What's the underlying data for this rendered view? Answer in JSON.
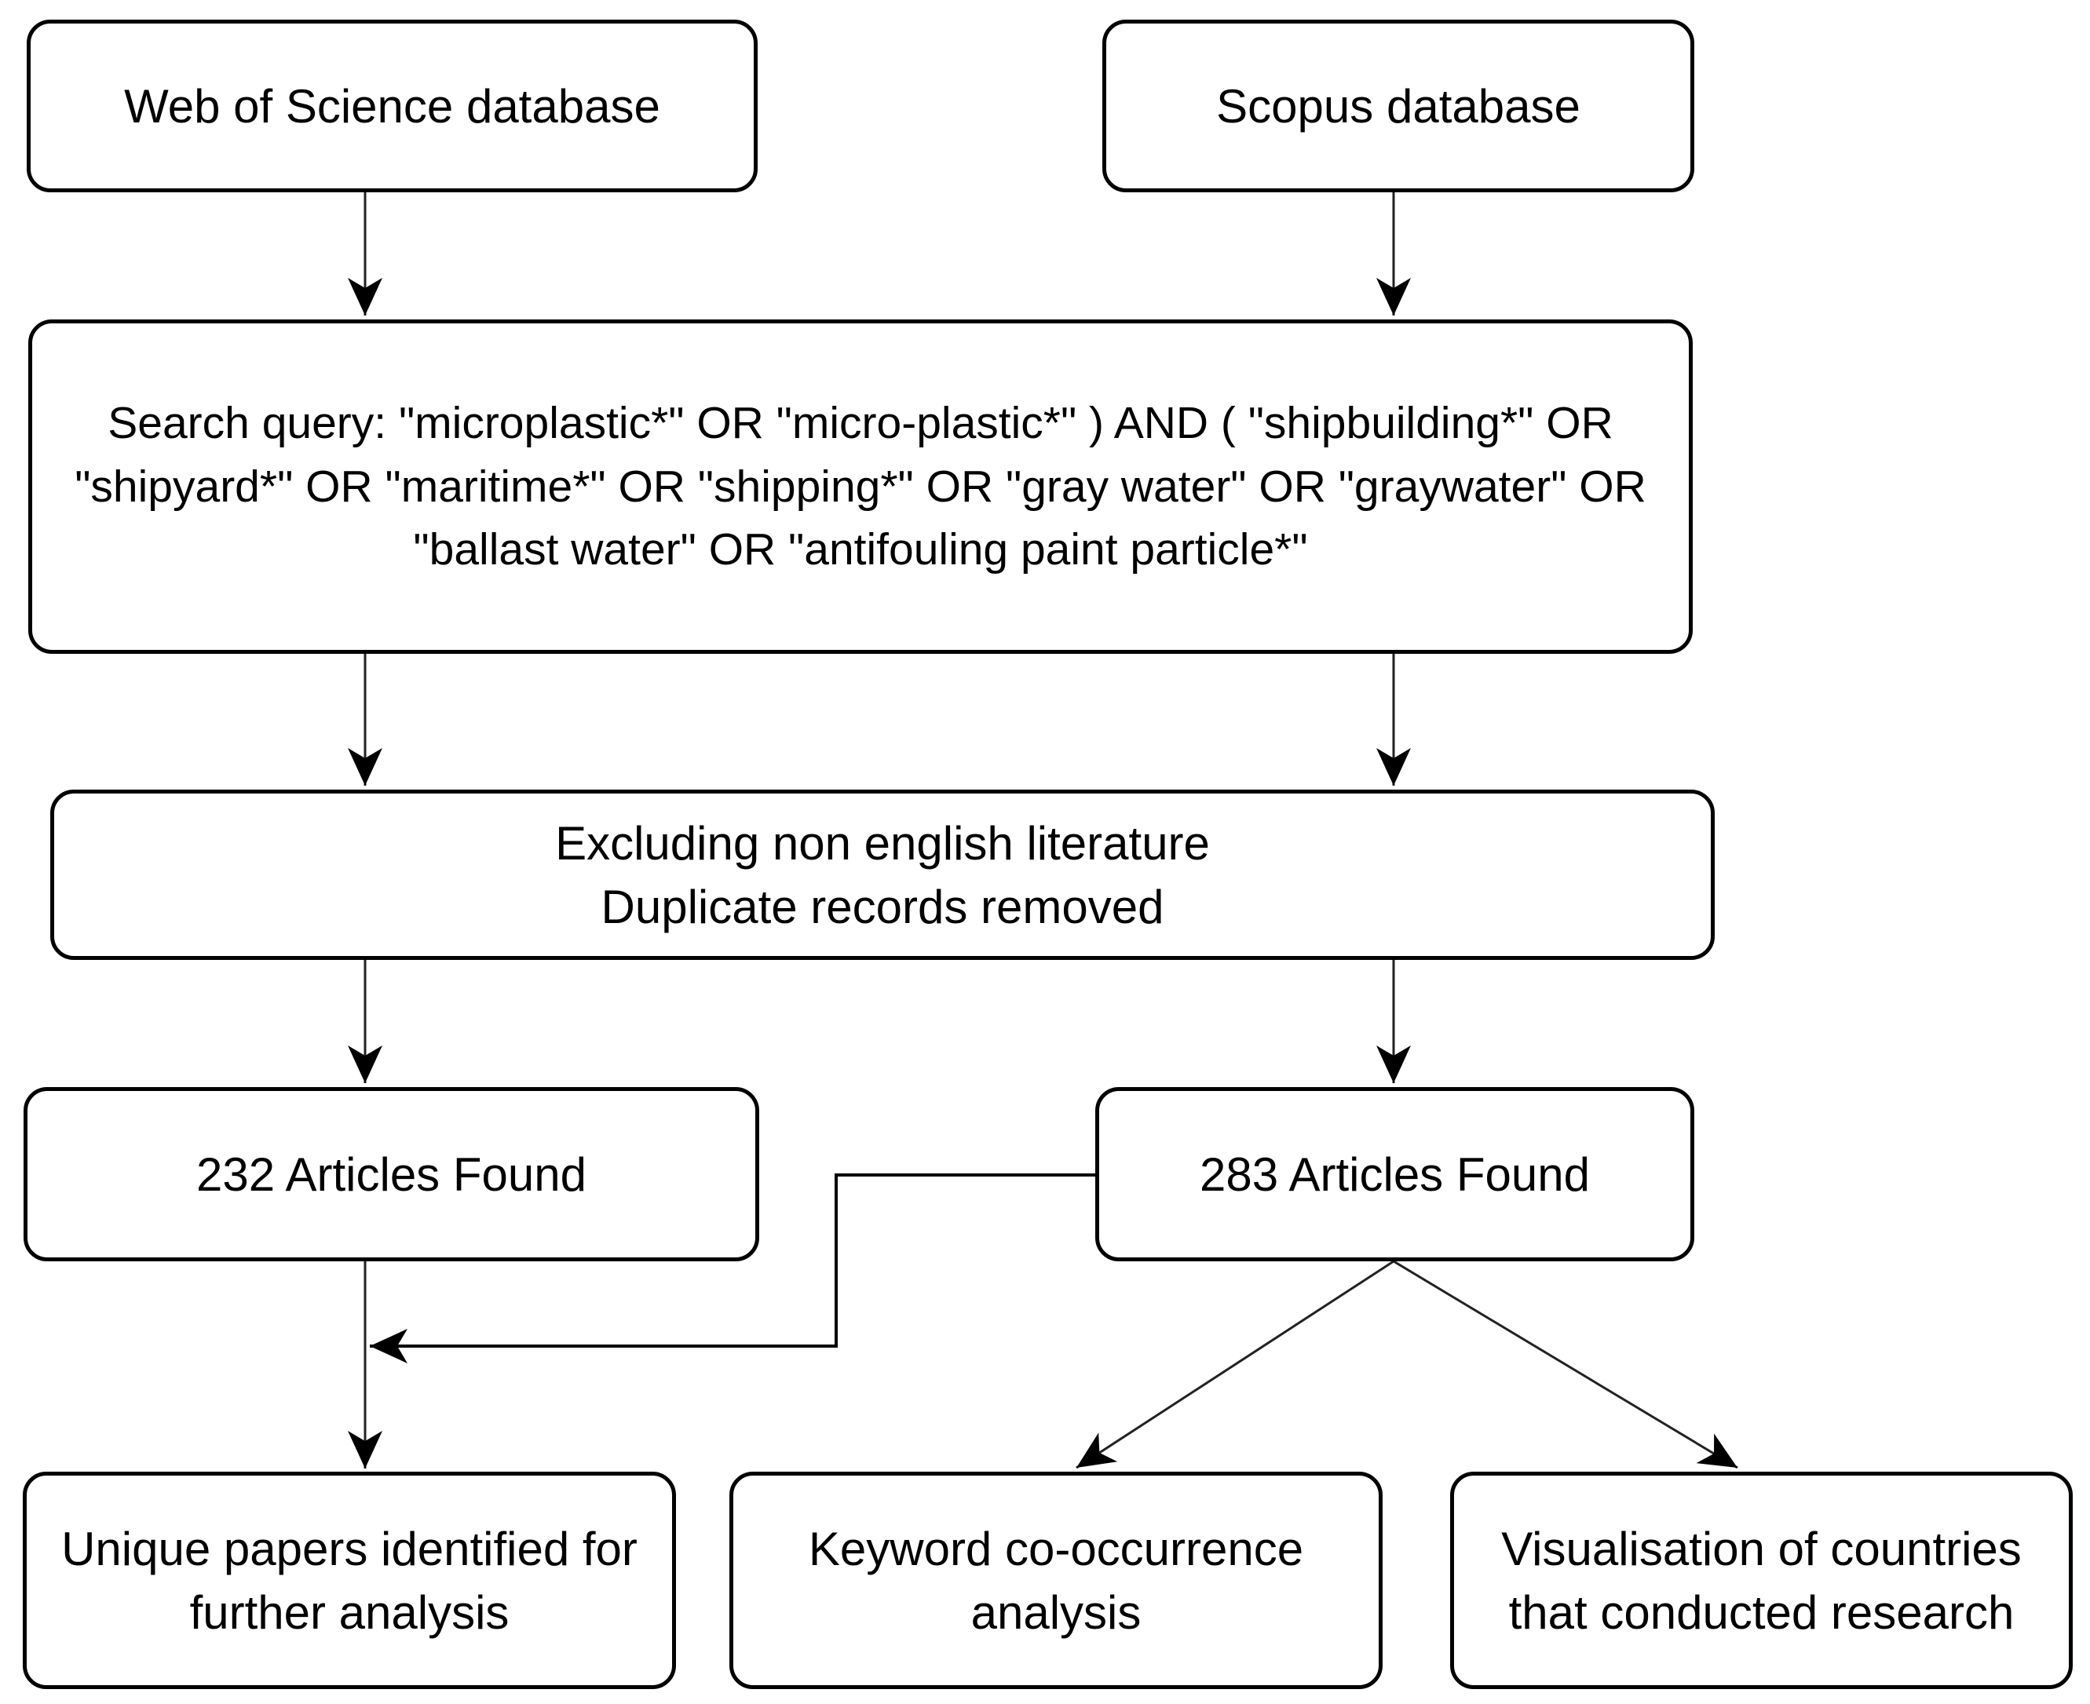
{
  "colors": {
    "background": "#ffffff",
    "box_border": "#000000",
    "text": "#000000",
    "connector": "#000000"
  },
  "nodes": {
    "wos_database": {
      "label": "Web of Science database"
    },
    "scopus_database": {
      "label": "Scopus database"
    },
    "search_query": {
      "label": "Search query: \"microplastic*\" OR \"micro-plastic*\" ) AND ( \"shipbuilding*\" OR \"shipyard*\" OR \"maritime*\" OR \"shipping*\" OR \"gray water\" OR \"graywater\" OR \"ballast water\" OR \"antifouling paint particle*\""
    },
    "screening": {
      "lines": [
        "Excluding non english literature",
        "Duplicate records removed"
      ]
    },
    "wos_articles_found": {
      "label": "232 Articles Found",
      "count": 232
    },
    "scopus_articles_found": {
      "label": "283 Articles Found",
      "count": 283
    },
    "unique_papers": {
      "label": "Unique papers identified for further analysis"
    },
    "keyword_analysis": {
      "label": "Keyword co-occurrence analysis"
    },
    "countries_visualisation": {
      "label": "Visualisation of countries that conducted research"
    }
  }
}
